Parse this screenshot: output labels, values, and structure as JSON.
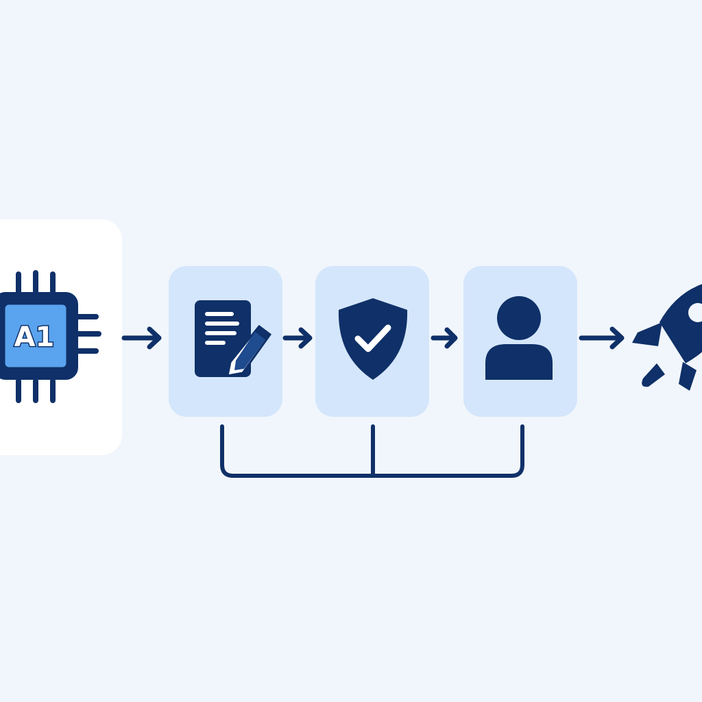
{
  "colors": {
    "background": "#f1f6fc",
    "card_white": "#ffffff",
    "card_light_blue": "#d4e6fb",
    "navy": "#0f3068",
    "chip_blue": "#5aa3ee",
    "chip_text": "#ffffff"
  },
  "nodes": [
    {
      "id": "ai-chip",
      "icon": "ai-chip-icon",
      "label": "A1"
    },
    {
      "id": "document",
      "icon": "document-edit-icon"
    },
    {
      "id": "security",
      "icon": "shield-check-icon"
    },
    {
      "id": "user",
      "icon": "user-icon"
    },
    {
      "id": "launch",
      "icon": "rocket-icon"
    }
  ],
  "arrows": [
    {
      "from": "ai-chip",
      "to": "document"
    },
    {
      "from": "document",
      "to": "security"
    },
    {
      "from": "security",
      "to": "user"
    },
    {
      "from": "user",
      "to": "launch"
    }
  ],
  "connector": {
    "joins": [
      "document",
      "security",
      "user"
    ]
  }
}
